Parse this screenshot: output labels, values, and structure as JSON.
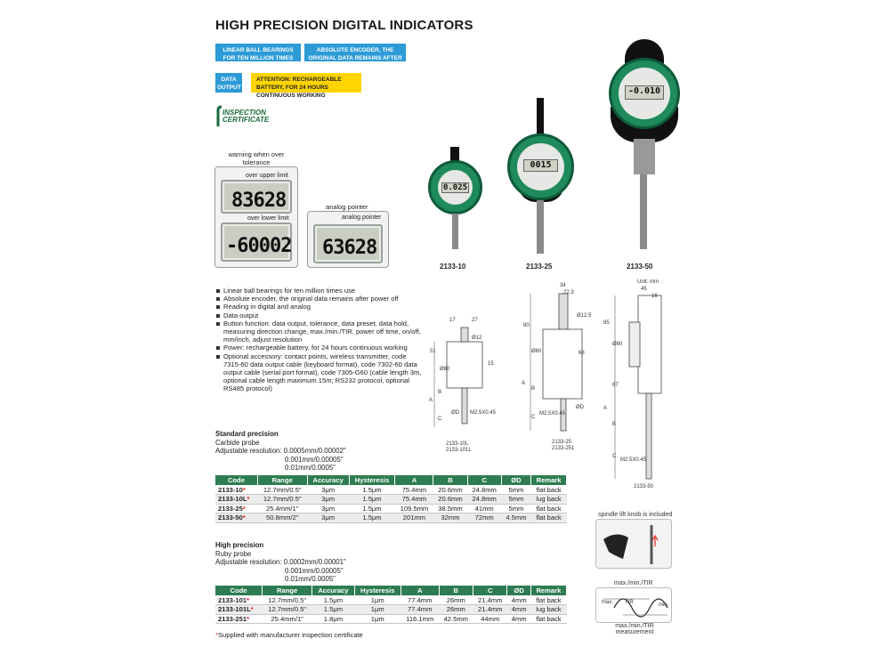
{
  "title": "HIGH PRECISION DIGITAL INDICATORS",
  "tags": {
    "t1": "LINEAR BALL BEARINGS FOR TEN MILLION TIMES USE",
    "t2": "ABSOLUTE ENCODER, THE ORIGINAL DATA REMAINS AFTER POWER OFF",
    "t3": "DATA OUTPUT",
    "t4": "ATTENTION: RECHARGEABLE BATTERY, FOR 24 HOURS CONTINUOUS WORKING"
  },
  "cert": {
    "line1": "INSPECTION",
    "line2": "CERTIFICATE"
  },
  "displays": {
    "warning_caption": "warning when over tolerance",
    "upper_label": "over upper limit",
    "upper_value": "83628",
    "lower_label": "over lower limit",
    "lower_value": "-60002",
    "analog_caption": "analog pointer",
    "analog_label": "analog pointer",
    "analog_value": "63628"
  },
  "products": [
    {
      "model": "2133-10",
      "reading": "0.025"
    },
    {
      "model": "2133-25",
      "reading": "0015"
    },
    {
      "model": "2133-50",
      "reading": "-0.010"
    }
  ],
  "features": [
    "Linear ball bearings for ten million times use",
    "Absolute encoder, the original data remains after power off",
    "Reading in digital and analog",
    "Data output",
    "Button function: data output, tolerance, data preset, data hold, measuring direction change, max./min./TIR, power off time, on/off, mm/inch, adjust resolution",
    "Power: rechargeable battery, for 24 hours continuous working",
    "Optional accessory: contact points, wireless transmitter, code 7315-60 data output cable (keyboard format), code 7302-60 data output cable (serial port format), code 7305-G60 (cable length 3m, optional cable length maximum 15m; RS232 protocol, optional RS485 protocol)"
  ],
  "standard": {
    "heading": "Standard precision",
    "probe": "Carbide probe",
    "res_label": "Adjustable resolution:",
    "res1": "0.0005mm/0.00002\"",
    "res2": "0.001mm/0.00005\"",
    "res3": "0.01mm/0.0005\""
  },
  "high": {
    "heading": "High precision",
    "probe": "Ruby probe",
    "res_label": "Adjustable resolution:",
    "res1": "0.0002mm/0.00001\"",
    "res2": "0.001mm/0.00005\"",
    "res3": "0.01mm/0.0005\""
  },
  "table_headers": [
    "Code",
    "Range",
    "Accuracy",
    "Hysteresis",
    "A",
    "B",
    "C",
    "ØD",
    "Remark"
  ],
  "table_std": [
    [
      "2133-10",
      "12.7mm/0.5\"",
      "3μm",
      "1.5μm",
      "75.4mm",
      "20.6mm",
      "24.8mm",
      "5mm",
      "flat back"
    ],
    [
      "2133-10L",
      "12.7mm/0.5\"",
      "3μm",
      "1.5μm",
      "75.4mm",
      "20.6mm",
      "24.8mm",
      "5mm",
      "lug back"
    ],
    [
      "2133-25",
      "25.4mm/1\"",
      "3μm",
      "1.5μm",
      "109.5mm",
      "38.5mm",
      "41mm",
      "5mm",
      "flat back"
    ],
    [
      "2133-50",
      "50.8mm/2\"",
      "3μm",
      "1.5μm",
      "201mm",
      "32mm",
      "72mm",
      "4.5mm",
      "flat back"
    ]
  ],
  "table_high": [
    [
      "2133-101",
      "12.7mm/0.5\"",
      "1.5μm",
      "1μm",
      "77.4mm",
      "26mm",
      "21.4mm",
      "4mm",
      "flat back"
    ],
    [
      "2133-101L",
      "12.7mm/0.5\"",
      "1.5μm",
      "1μm",
      "77.4mm",
      "26mm",
      "21.4mm",
      "4mm",
      "lug back"
    ],
    [
      "2133-251",
      "25.4mm/1\"",
      "1.8μm",
      "1μm",
      "116.1mm",
      "42.5mm",
      "44mm",
      "4mm",
      "flat back"
    ]
  ],
  "star": "*",
  "note": "Supplied with manufacturer inspection certificate",
  "drawings": {
    "unit": "Unit: mm",
    "d1_caption1": "2133-10L",
    "d1_caption2": "2133-101L",
    "d2_caption1": "2133-25",
    "d2_caption2": "2133-251",
    "d3_caption": "2133-50",
    "d1_dims": [
      "17",
      "27",
      "Ø12",
      "51",
      "Ø60",
      "A",
      "B",
      "C",
      "ØD",
      "M2.5X0.45",
      "15"
    ],
    "d2_dims": [
      "34",
      "22.3",
      "Ø12.5",
      "80",
      "Ø60",
      "A",
      "B",
      "C",
      "ØD",
      "M2.5X0.45",
      "68"
    ],
    "d3_dims": [
      "45",
      "16",
      "85",
      "Ø80",
      "A",
      "B",
      "C",
      "M2.5X0.45",
      "67"
    ]
  },
  "knob_caption": "spindle lift knob is included",
  "tir": {
    "top": "max./min./TIR",
    "max": "max.",
    "tir": "TIR",
    "min": "min.",
    "bottom": "max./min./TIR measurement"
  }
}
